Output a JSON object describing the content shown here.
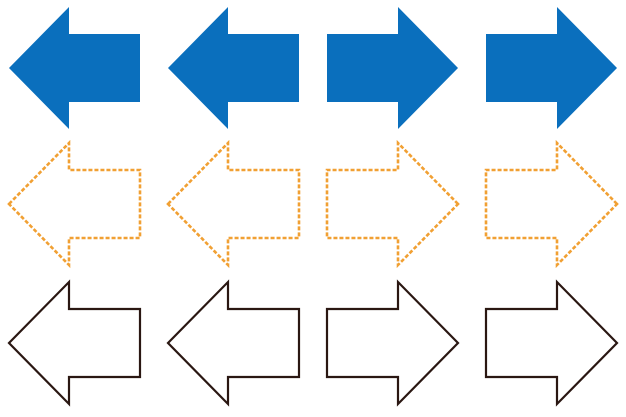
{
  "colors": {
    "background": "#ffffff",
    "solid_fill": "#0a6fbd",
    "dashed_stroke": "#f1a033",
    "outline_stroke": "#2a1712"
  },
  "rows": [
    {
      "style": "solid",
      "arrows": [
        {
          "icon": "arrow-left-icon",
          "direction": "left"
        },
        {
          "icon": "arrow-left-icon",
          "direction": "left"
        },
        {
          "icon": "arrow-right-icon",
          "direction": "right"
        },
        {
          "icon": "arrow-right-icon",
          "direction": "right"
        }
      ]
    },
    {
      "style": "dashed",
      "arrows": [
        {
          "icon": "arrow-left-icon",
          "direction": "left"
        },
        {
          "icon": "arrow-left-icon",
          "direction": "left"
        },
        {
          "icon": "arrow-right-icon",
          "direction": "right"
        },
        {
          "icon": "arrow-right-icon",
          "direction": "right"
        }
      ]
    },
    {
      "style": "outline",
      "arrows": [
        {
          "icon": "arrow-left-icon",
          "direction": "left"
        },
        {
          "icon": "arrow-left-icon",
          "direction": "left"
        },
        {
          "icon": "arrow-right-icon",
          "direction": "right"
        },
        {
          "icon": "arrow-right-icon",
          "direction": "right"
        }
      ]
    }
  ]
}
